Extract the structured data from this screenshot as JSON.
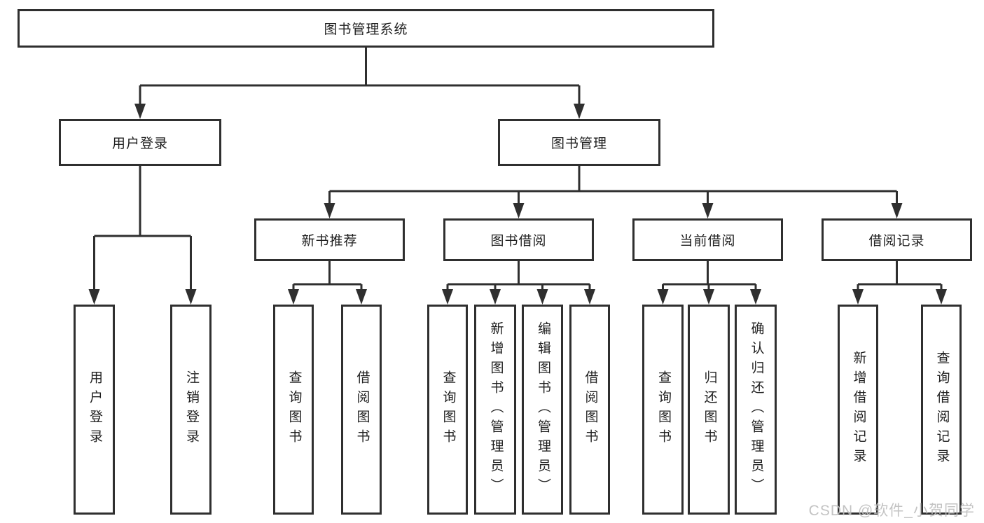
{
  "diagram": {
    "root": "图书管理系统",
    "level2": {
      "user_login": "用户登录",
      "book_mgmt": "图书管理"
    },
    "level3": {
      "new_books": "新书推荐",
      "book_borrow": "图书借阅",
      "current_borrow": "当前借阅",
      "borrow_records": "借阅记录"
    },
    "level4": {
      "ul_login": "用户登录",
      "ul_logout": "注销登录",
      "nb_query": "查询图书",
      "nb_borrow": "借阅图书",
      "bb_query": "查询图书",
      "bb_add": "新增图书（管理员）",
      "bb_edit": "编辑图书（管理员）",
      "bb_borrow": "借阅图书",
      "cb_query": "查询图书",
      "cb_return": "归还图书",
      "cb_confirm": "确认归还（管理员）",
      "br_add": "新增借阅记录",
      "br_query": "查询借阅记录"
    },
    "watermark": "CSDN @软件_小贺同学"
  },
  "colors": {
    "stroke": "#2f2f2f",
    "text": "#1f1f1f",
    "background": "#ffffff",
    "watermark": "#bdbdbd"
  }
}
